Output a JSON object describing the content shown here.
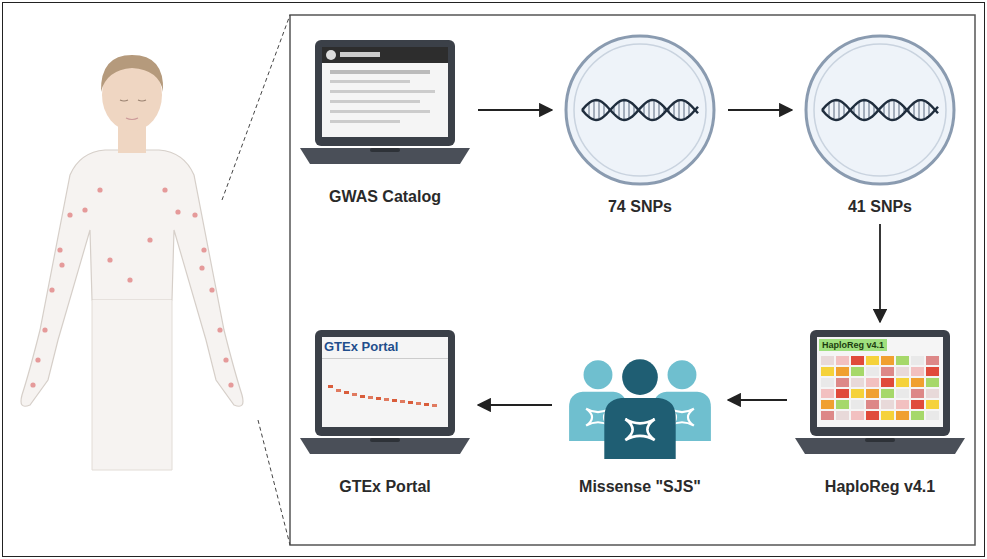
{
  "diagram": {
    "nodes": [
      {
        "text": [
          "GWAS Catalog"
        ]
      },
      {
        "text": [
          "74 SNPs"
        ]
      },
      {
        "text": [
          "41 SNPs"
        ]
      },
      {
        "text": [
          "HaploReg v4.1",
          "HaploReg v4.1"
        ]
      },
      {
        "text": [
          "Missense \"SJS\""
        ]
      },
      {
        "text": [
          "GTEx Portal",
          "GTEx Portal"
        ]
      }
    ],
    "edges": [
      {
        "from": 0,
        "to": 1,
        "arrow": "to"
      },
      {
        "from": 1,
        "to": 2,
        "arrow": "to"
      },
      {
        "from": 2,
        "to": 3,
        "arrow": "to"
      },
      {
        "from": 3,
        "to": 4,
        "arrow": "to"
      },
      {
        "from": 4,
        "to": 5,
        "arrow": "to"
      }
    ]
  }
}
